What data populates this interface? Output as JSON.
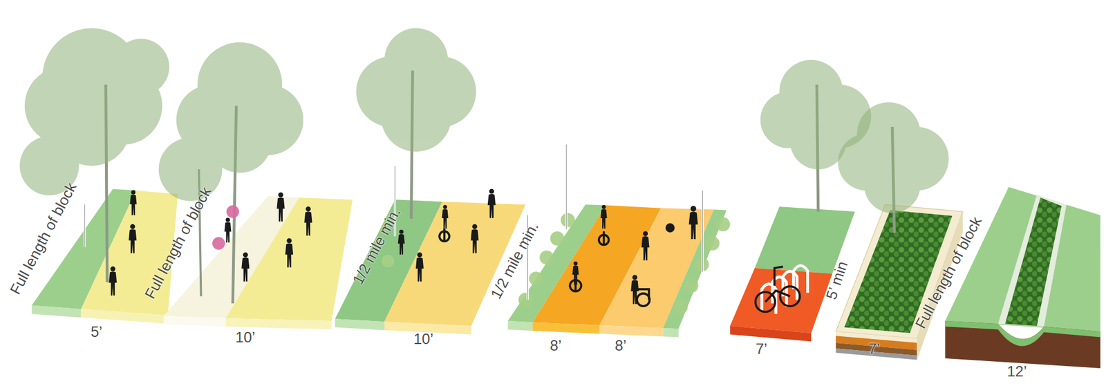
{
  "diagram": {
    "labels": [
      "Full length of block",
      "5’",
      "Full length of block",
      "10’",
      "1/2 mile min.",
      "10’",
      "1/2 mile min.",
      "8’",
      "8’",
      "7’",
      "5’ min",
      "7’",
      "Full length of block",
      "12’"
    ]
  }
}
